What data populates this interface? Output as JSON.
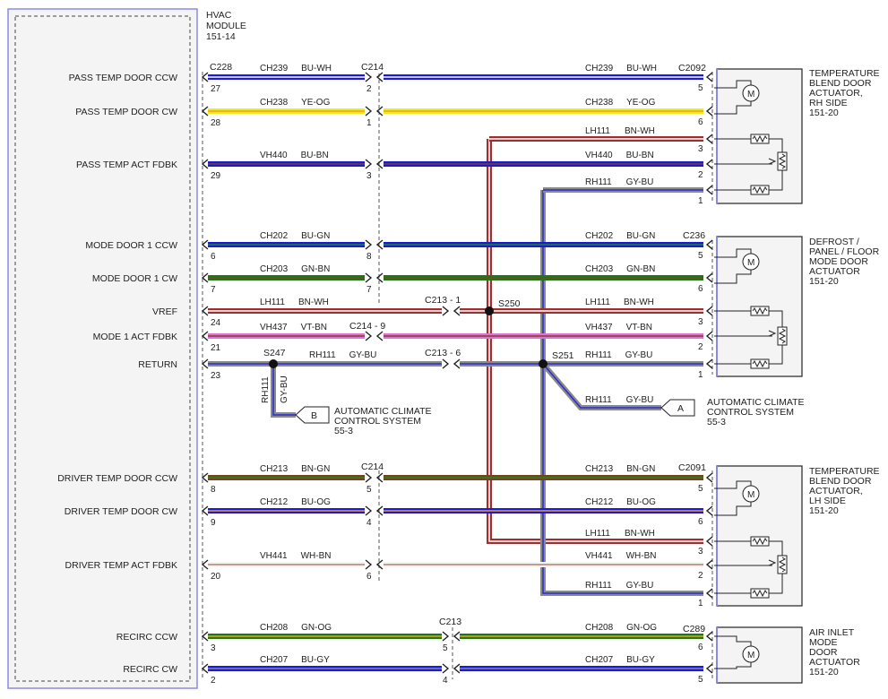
{
  "module": {
    "title_lines": [
      "HVAC",
      "MODULE",
      "151-14"
    ],
    "connector": "C228",
    "colors": {
      "box_border": "#8a8ae6",
      "box_fill": "#f4f4f4"
    }
  },
  "signals": [
    {
      "label": "PASS TEMP DOOR CCW",
      "pin": "27"
    },
    {
      "label": "PASS TEMP DOOR CW",
      "pin": "28"
    },
    {
      "label": "PASS TEMP ACT FDBK",
      "pin": "29"
    },
    {
      "label": "MODE DOOR 1 CCW",
      "pin": "6"
    },
    {
      "label": "MODE DOOR 1 CW",
      "pin": "7"
    },
    {
      "label": "VREF",
      "pin": "24"
    },
    {
      "label": "MODE 1 ACT FDBK",
      "pin": "21"
    },
    {
      "label": "RETURN",
      "pin": "23"
    },
    {
      "label": "DRIVER TEMP DOOR CCW",
      "pin": "8"
    },
    {
      "label": "DRIVER TEMP DOOR CW",
      "pin": "9"
    },
    {
      "label": "DRIVER TEMP ACT FDBK",
      "pin": "20"
    },
    {
      "label": "RECIRC CCW",
      "pin": "3"
    },
    {
      "label": "RECIRC CW",
      "pin": "2"
    }
  ],
  "wires": [
    {
      "circuit": "CH239",
      "color_code": "BU-WH",
      "right_pin": "5",
      "mid_pin": "2",
      "colors": [
        "#1a1ad8",
        "#ffffff"
      ]
    },
    {
      "circuit": "CH238",
      "color_code": "YE-OG",
      "right_pin": "6",
      "mid_pin": "1",
      "colors": [
        "#ecec1e",
        "#f0a020"
      ]
    },
    {
      "circuit": "VH440",
      "color_code": "BU-BN",
      "right_pin": "2",
      "mid_pin": "3",
      "colors": [
        "#1a1ad8",
        "#7a4520"
      ]
    },
    {
      "circuit": "CH202",
      "color_code": "BU-GN",
      "right_pin": "5",
      "mid_pin": "8",
      "colors": [
        "#1a1ad8",
        "#1a8a1a"
      ]
    },
    {
      "circuit": "CH203",
      "color_code": "GN-BN",
      "right_pin": "6",
      "mid_pin": "7",
      "colors": [
        "#1a7a1a",
        "#7a4520"
      ]
    },
    {
      "circuit": "LH111",
      "color_code": "BN-WH",
      "right_pin": "3",
      "colors": [
        "#9a3030",
        "#ffffff"
      ]
    },
    {
      "circuit": "VH437",
      "color_code": "VT-BN",
      "right_pin": "2",
      "colors": [
        "#e070d8",
        "#7a4520"
      ]
    },
    {
      "circuit": "RH111",
      "color_code": "GY-BU",
      "right_pin": "1",
      "colors": [
        "#8a8a8a",
        "#2a2ad8"
      ]
    },
    {
      "circuit": "CH213",
      "color_code": "BN-GN",
      "right_pin": "5",
      "mid_pin": "5",
      "colors": [
        "#7a4020",
        "#1a8a1a"
      ]
    },
    {
      "circuit": "CH212",
      "color_code": "BU-OG",
      "right_pin": "6",
      "mid_pin": "4",
      "colors": [
        "#1a1ad8",
        "#f0a020"
      ]
    },
    {
      "circuit": "VH441",
      "color_code": "WH-BN",
      "right_pin": "2",
      "mid_pin": "6",
      "colors": [
        "#f4f4f4",
        "#b08070"
      ]
    },
    {
      "circuit": "CH208",
      "color_code": "GN-OG",
      "right_pin": "6",
      "mid_pin": "5",
      "colors": [
        "#1a7a1a",
        "#f0a020"
      ]
    },
    {
      "circuit": "CH207",
      "color_code": "BU-GY",
      "right_pin": "5",
      "mid_pin": "4",
      "colors": [
        "#1a1ad8",
        "#8a8a8a"
      ]
    }
  ],
  "connectors": {
    "c214_a": "C214",
    "c214_b": "C214",
    "c214_vh437": "C214 - 9",
    "c213_lh111": "C213 - 1",
    "c213_rh111": "C213 - 6",
    "c213_recirc": "C213",
    "c2092": "C2092",
    "c236": "C236",
    "c2091": "C2091",
    "c289": "C289"
  },
  "splices": {
    "s250": "S250",
    "s251": "S251",
    "s247": "S247"
  },
  "branches": {
    "lh111_rh_pin": "3",
    "rh111_rh_pin": "1",
    "lh111_lh_pin": "3",
    "rh111_lh_pin": "1",
    "lh111_rh": {
      "circuit": "LH111",
      "color_code": "BN-WH"
    },
    "rh111_rh": {
      "circuit": "RH111",
      "color_code": "GY-BU"
    },
    "lh111_lh": {
      "circuit": "LH111",
      "color_code": "BN-WH"
    },
    "rh111_lh": {
      "circuit": "RH111",
      "color_code": "GY-BU"
    },
    "rh111_a": {
      "circuit": "RH111",
      "color_code": "GY-BU"
    },
    "rh111_b": {
      "circuit": "RH111",
      "color_code": "GY-BU"
    }
  },
  "references": {
    "a": {
      "letter": "A",
      "lines": [
        "AUTOMATIC CLIMATE",
        "CONTROL SYSTEM",
        "55-3"
      ]
    },
    "b": {
      "letter": "B",
      "lines": [
        "AUTOMATIC CLIMATE",
        "CONTROL SYSTEM",
        "55-3"
      ]
    }
  },
  "components": {
    "rh_temp": {
      "lines": [
        "TEMPERATURE",
        "BLEND DOOR",
        "ACTUATOR,",
        "RH SIDE",
        "151-20"
      ]
    },
    "mode": {
      "lines": [
        "DEFROST /",
        "PANEL / FLOOR",
        "MODE DOOR",
        "ACTUATOR",
        "151-20"
      ]
    },
    "lh_temp": {
      "lines": [
        "TEMPERATURE",
        "BLEND DOOR",
        "ACTUATOR,",
        "LH SIDE",
        "151-20"
      ]
    },
    "recirc": {
      "lines": [
        "AIR INLET",
        "MODE",
        "DOOR",
        "ACTUATOR",
        "151-20"
      ]
    }
  },
  "motor_symbol": "M",
  "colors": {
    "ink": "#222222",
    "dash": "#555555",
    "box_border": "#8a8ae6"
  }
}
